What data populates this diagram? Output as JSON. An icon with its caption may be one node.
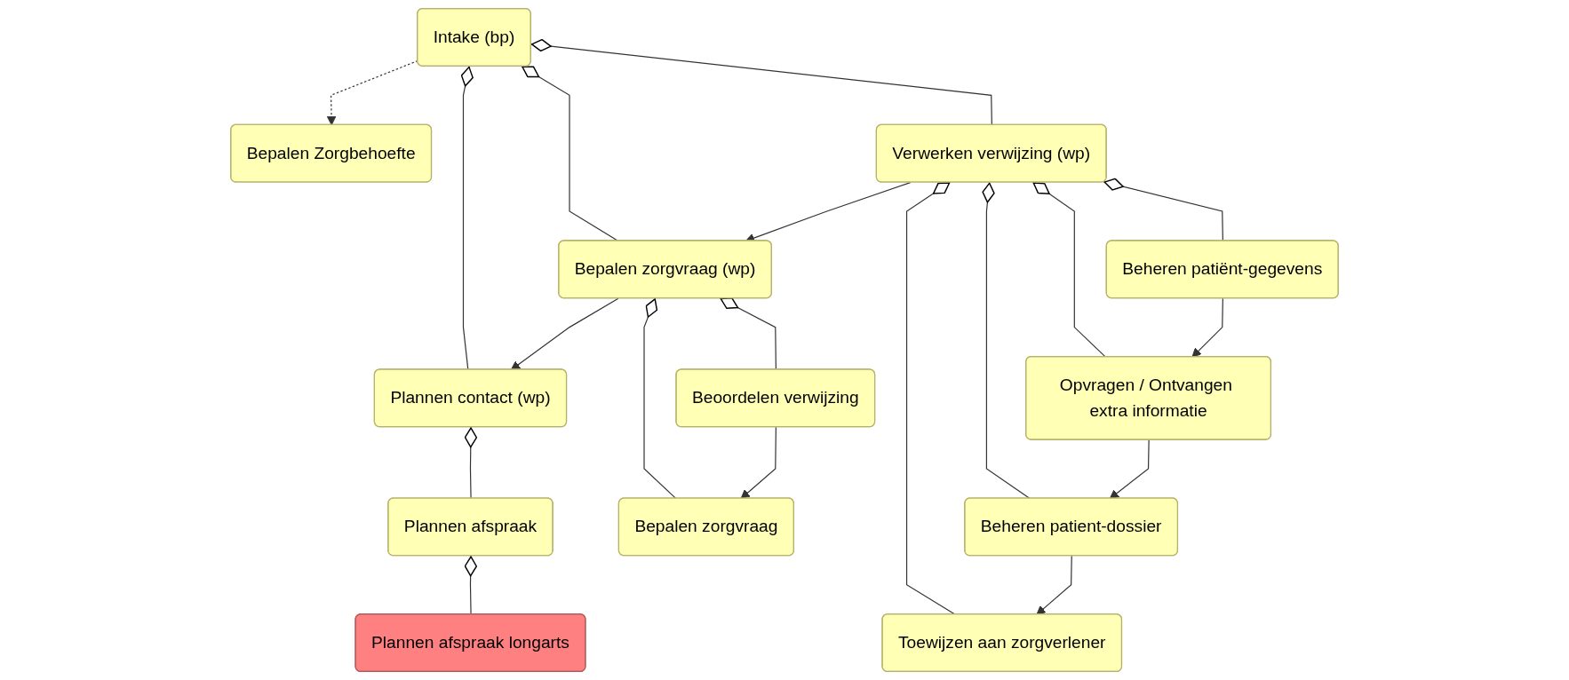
{
  "diagram": {
    "nodes": [
      {
        "text": [
          "Bepalen Zorgbehoefte"
        ]
      },
      {
        "text": [
          "Intake (bp)"
        ]
      },
      {
        "text": [
          "Verwerken verwijzing (wp)"
        ]
      },
      {
        "text": [
          "Bepalen zorgvraag (wp)"
        ]
      },
      {
        "text": [
          "Plannen contact (wp)"
        ]
      },
      {
        "text": [
          "Beheren patiënt-gegevens"
        ]
      },
      {
        "text": [
          "Opvragen / Ontvangen extra informatie"
        ]
      },
      {
        "text": [
          "Beheren patient-dossier"
        ]
      },
      {
        "text": [
          "Toewijzen aan zorgverlener"
        ]
      },
      {
        "text": [
          "Beoordelen verwijzing"
        ]
      },
      {
        "text": [
          "Bepalen zorgvraag"
        ]
      },
      {
        "text": [
          "Plannen afspraak"
        ]
      },
      {
        "text": [
          "Plannen afspraak longarts"
        ]
      }
    ],
    "edges": [
      {
        "from": 1,
        "to": 0,
        "arrow": "to",
        "style": "dashed"
      },
      {
        "from": 1,
        "to": 2,
        "arrow": "other"
      },
      {
        "from": 1,
        "to": 3,
        "arrow": "other"
      },
      {
        "from": 1,
        "to": 4,
        "arrow": "other"
      },
      {
        "from": 2,
        "to": 3,
        "arrow": "to"
      },
      {
        "from": 3,
        "to": 4,
        "arrow": "to"
      },
      {
        "from": 2,
        "to": 5,
        "arrow": "other"
      },
      {
        "from": 2,
        "to": 6,
        "arrow": "other"
      },
      {
        "from": 2,
        "to": 7,
        "arrow": "other"
      },
      {
        "from": 2,
        "to": 8,
        "arrow": "other"
      },
      {
        "from": 5,
        "to": 6,
        "arrow": "to"
      },
      {
        "from": 6,
        "to": 7,
        "arrow": "to"
      },
      {
        "from": 7,
        "to": 8,
        "arrow": "to"
      },
      {
        "from": 3,
        "to": 9,
        "arrow": "other"
      },
      {
        "from": 3,
        "to": 10,
        "arrow": "other"
      },
      {
        "from": 9,
        "to": 10,
        "arrow": "to"
      },
      {
        "from": 4,
        "to": 11,
        "arrow": "other"
      },
      {
        "from": 11,
        "to": 12,
        "arrow": "other"
      }
    ]
  }
}
